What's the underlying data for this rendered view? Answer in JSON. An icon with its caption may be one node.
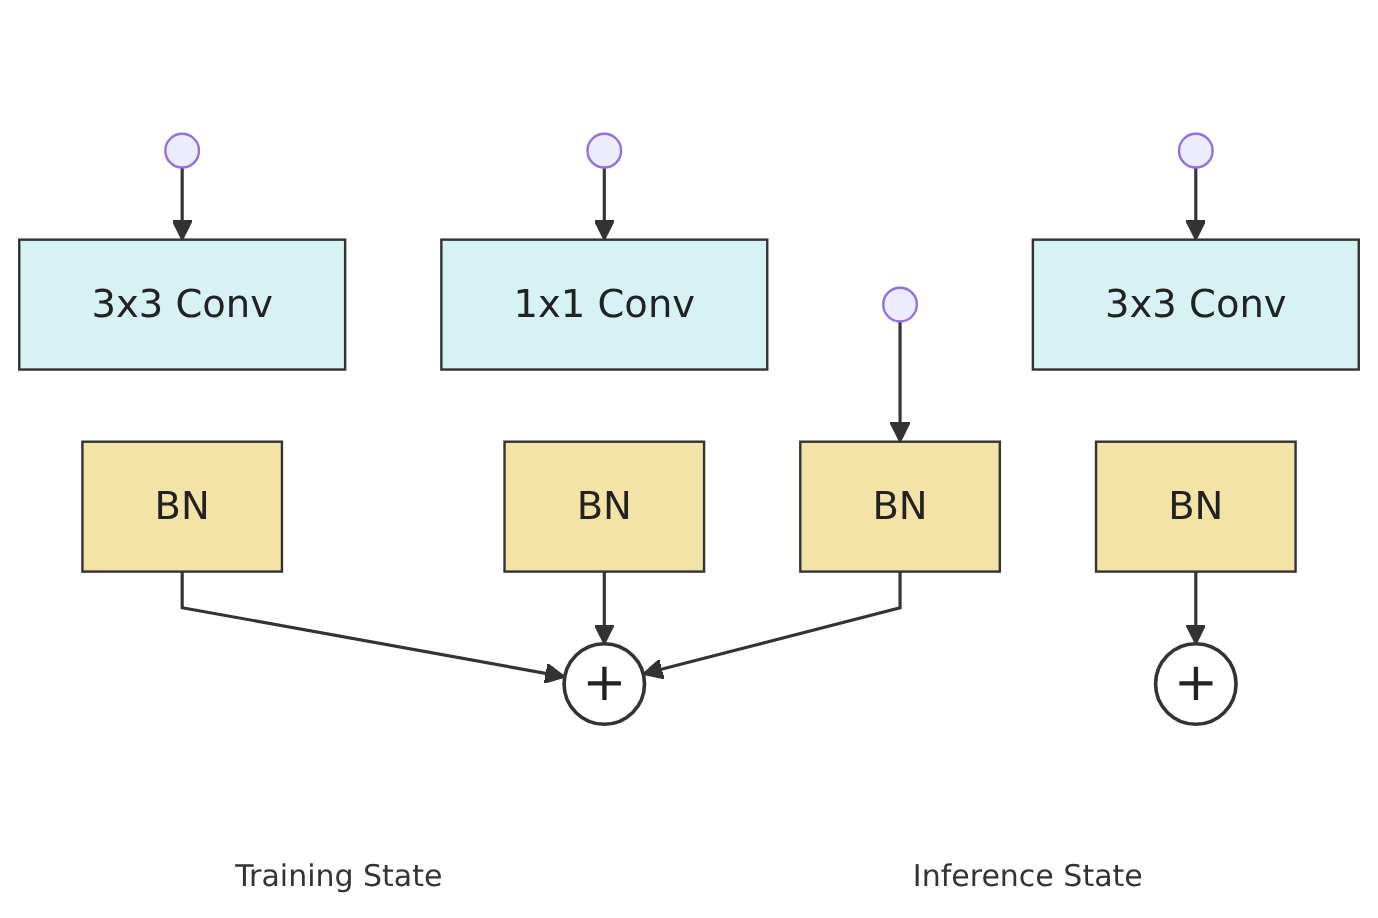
{
  "diagram": {
    "nodes": [
      {
        "text": [
          "3x3 Conv"
        ]
      },
      {
        "text": [
          "BN"
        ]
      },
      {
        "text": [
          "1x1 Conv"
        ]
      },
      {
        "text": [
          "BN"
        ]
      },
      {
        "text": [
          "BN"
        ]
      },
      {
        "text": [
          "+"
        ]
      },
      {
        "text": [
          "3x3 Conv"
        ]
      },
      {
        "text": [
          "BN"
        ]
      },
      {
        "text": [
          "+"
        ]
      }
    ],
    "edges": [
      {
        "from": null,
        "to": 0,
        "arrow": "to"
      },
      {
        "from": null,
        "to": 2,
        "arrow": "to"
      },
      {
        "from": null,
        "to": 4,
        "arrow": "to"
      },
      {
        "from": 1,
        "to": 5,
        "arrow": "to"
      },
      {
        "from": 3,
        "to": 5,
        "arrow": "to"
      },
      {
        "from": 4,
        "to": 5,
        "arrow": "to"
      },
      {
        "from": null,
        "to": 6,
        "arrow": "to"
      },
      {
        "from": 7,
        "to": 8,
        "arrow": "to"
      }
    ],
    "labels": [
      "Training State",
      "Inference State"
    ]
  }
}
